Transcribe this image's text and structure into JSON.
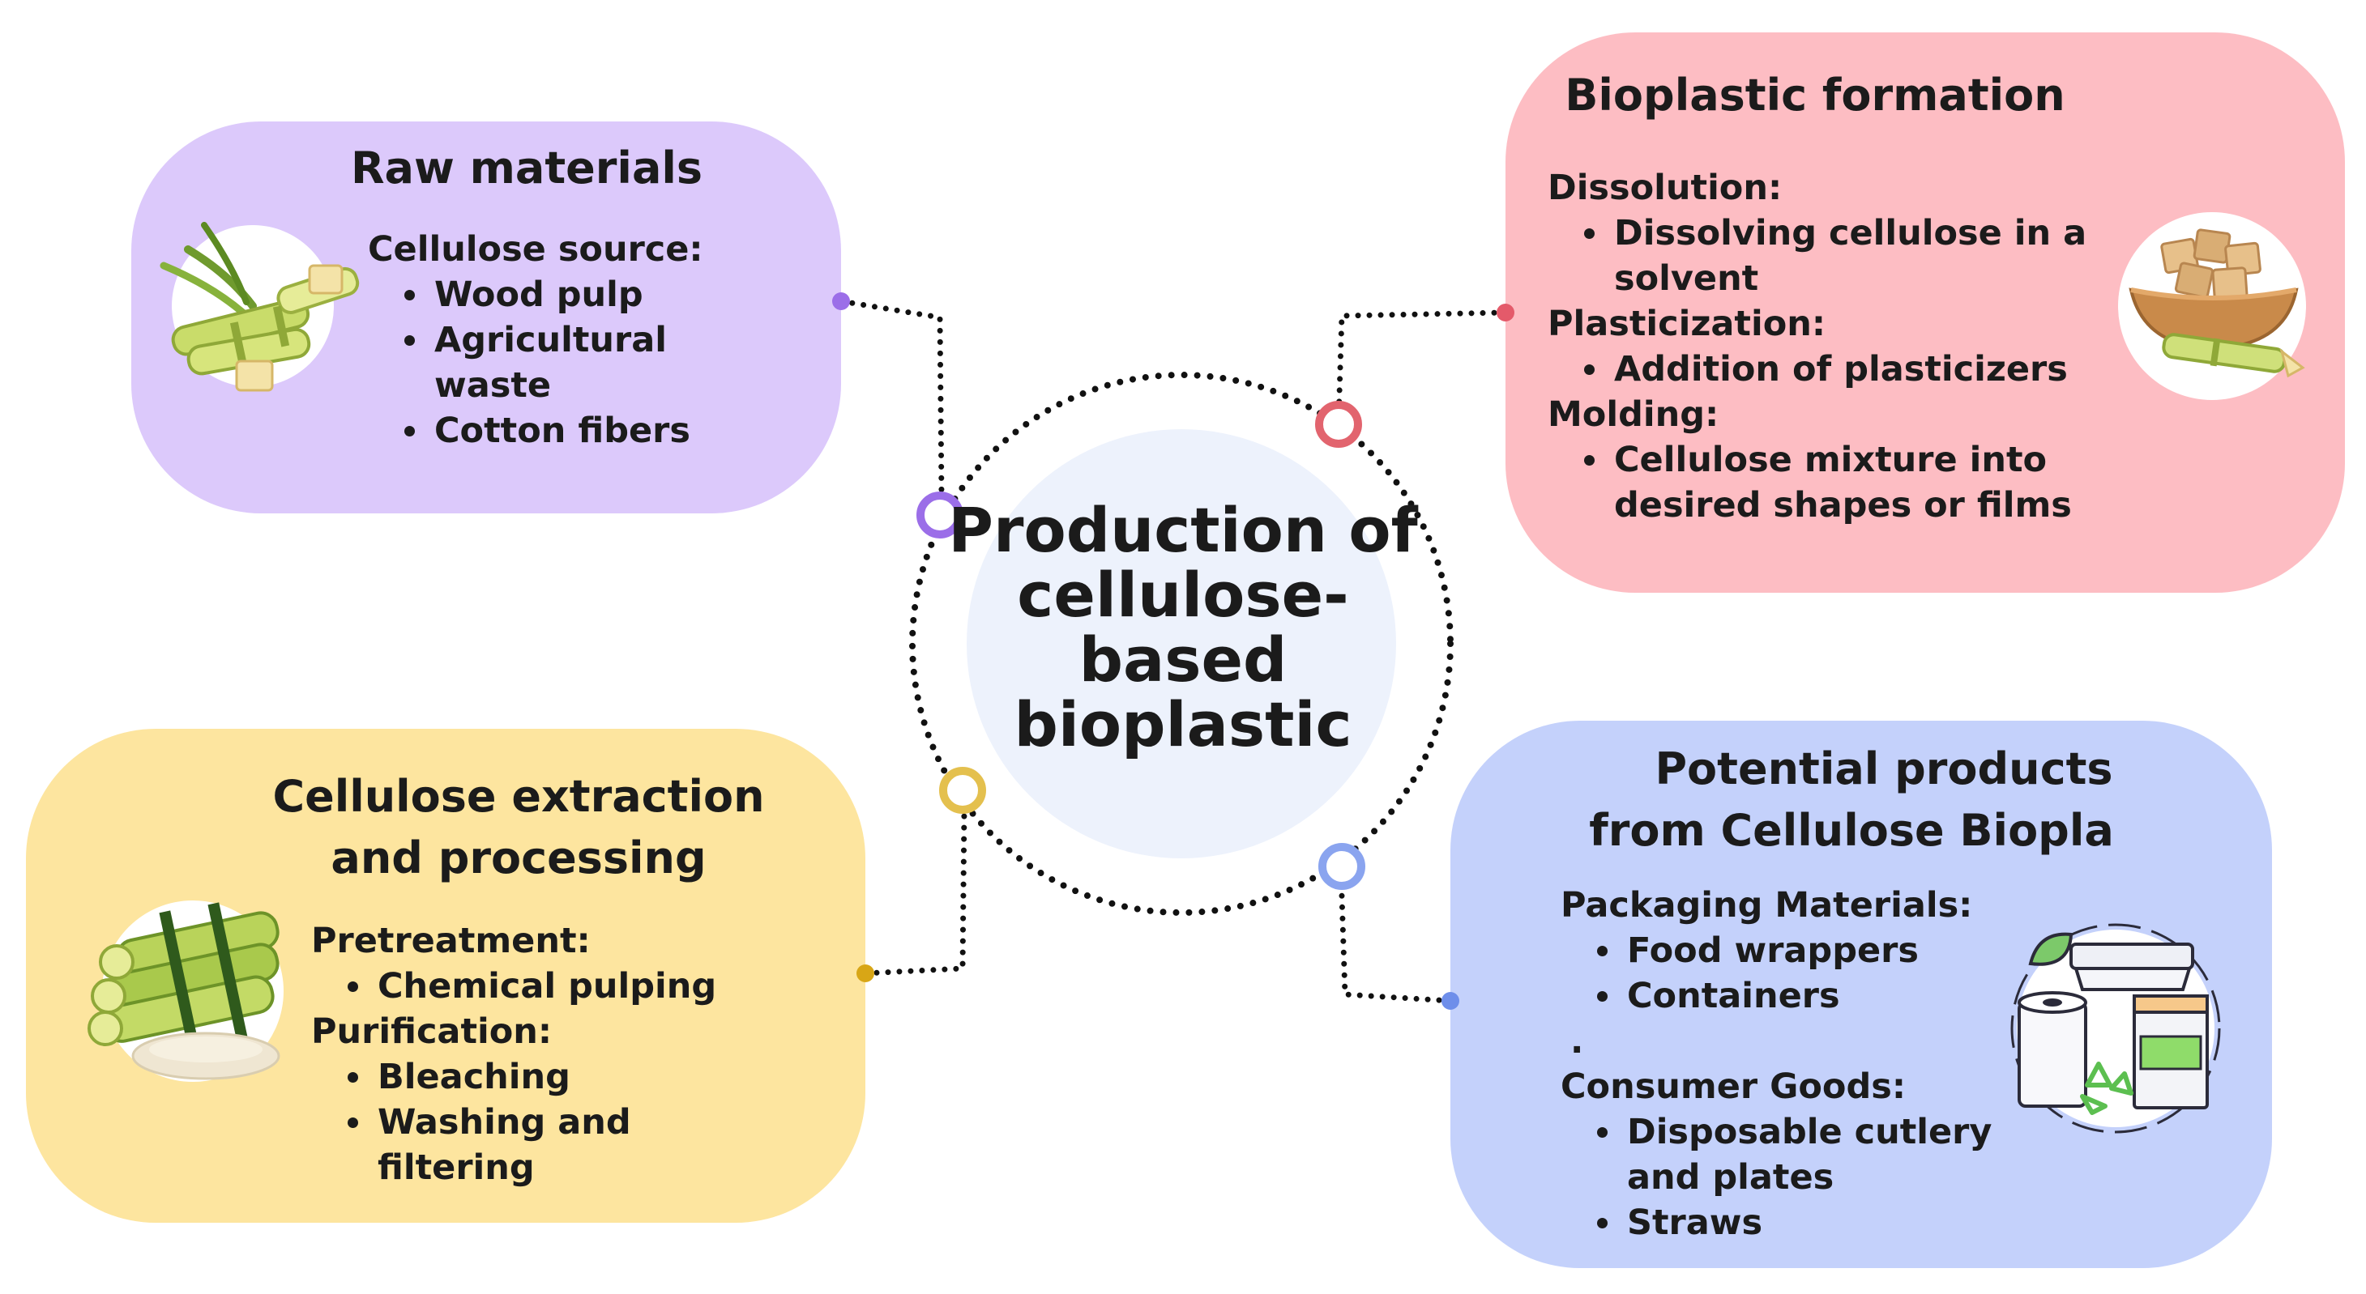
{
  "center": {
    "title": "Production of cellulose-based bioplastic"
  },
  "raw_materials": {
    "title": "Raw materials",
    "groups": [
      {
        "heading": "Cellulose source:",
        "items": [
          "Wood pulp",
          "Agricultural waste",
          "Cotton fibers"
        ]
      }
    ],
    "icon": "sugarcane-icon"
  },
  "extraction": {
    "title_line1": "Cellulose extraction",
    "title_line2": "and processing",
    "groups": [
      {
        "heading": "Pretreatment:",
        "items": [
          "Chemical pulping"
        ]
      },
      {
        "heading": "Purification:",
        "items": [
          "Bleaching",
          "Washing and filtering"
        ]
      }
    ],
    "icon": "sugarcane-bundle-icon"
  },
  "formation": {
    "title": "Bioplastic formation",
    "groups": [
      {
        "heading": "Dissolution:",
        "items": [
          "Dissolving  cellulose in a solvent"
        ]
      },
      {
        "heading": "Plasticization:",
        "items": [
          "Addition of plasticizers"
        ]
      },
      {
        "heading": "Molding:",
        "items": [
          " Cellulose mixture into desired shapes or films"
        ]
      }
    ],
    "icon": "sugar-bowl-icon"
  },
  "products": {
    "title_line1": "Potential products",
    "title_line2": "from Cellulose Biopla",
    "groups": [
      {
        "heading": "Packaging Materials:",
        "items": [
          "Food wrappers",
          "Containers"
        ],
        "trailing": "."
      },
      {
        "heading": "Consumer Goods:",
        "items": [
          "Disposable cutlery and plates",
          "Straws"
        ]
      }
    ],
    "icon": "eco-products-icon"
  },
  "colors": {
    "raw": "#dcc9fb",
    "extraction": "#fde59f",
    "formation": "#fdbdc3",
    "products": "#c4d1fb",
    "center_fill": "#edf2fc",
    "ring_purple": "#9b6ee8",
    "ring_red": "#e2646e",
    "ring_yellow": "#e4c04e",
    "ring_blue": "#8aa4ef",
    "dot_purple": "#9b6ee8",
    "dot_red": "#e45a6a",
    "dot_yellow": "#d8a616",
    "dot_blue": "#6e8eea"
  }
}
